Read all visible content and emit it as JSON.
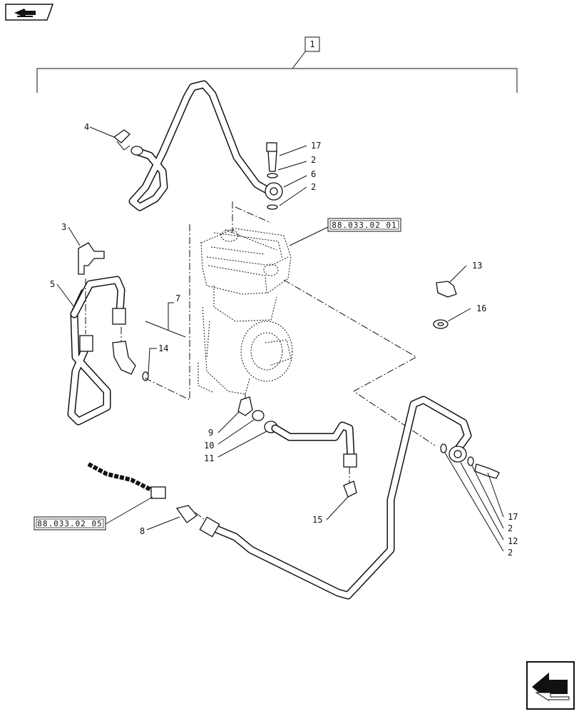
{
  "assembly_box_label": "1",
  "callouts": [
    {
      "id": "c4",
      "text": "4"
    },
    {
      "id": "c17a",
      "text": "17"
    },
    {
      "id": "c2a",
      "text": "2"
    },
    {
      "id": "c6",
      "text": "6"
    },
    {
      "id": "c2b",
      "text": "2"
    },
    {
      "id": "c3",
      "text": "3"
    },
    {
      "id": "c5",
      "text": "5"
    },
    {
      "id": "c7",
      "text": "7"
    },
    {
      "id": "c14",
      "text": "14"
    },
    {
      "id": "c13",
      "text": "13"
    },
    {
      "id": "c16",
      "text": "16"
    },
    {
      "id": "c9",
      "text": "9"
    },
    {
      "id": "c10",
      "text": "10"
    },
    {
      "id": "c11",
      "text": "11"
    },
    {
      "id": "c15",
      "text": "15"
    },
    {
      "id": "c8",
      "text": "8"
    },
    {
      "id": "c17b",
      "text": "17"
    },
    {
      "id": "c2c",
      "text": "2"
    },
    {
      "id": "c12",
      "text": "12"
    },
    {
      "id": "c2d",
      "text": "2"
    }
  ],
  "references": {
    "compressor": "88.033.02 01",
    "harness": "88.033.02 05"
  },
  "icons": {
    "top_left": "book-arrow-icon",
    "bottom_right": "next-page-arrow-icon"
  }
}
